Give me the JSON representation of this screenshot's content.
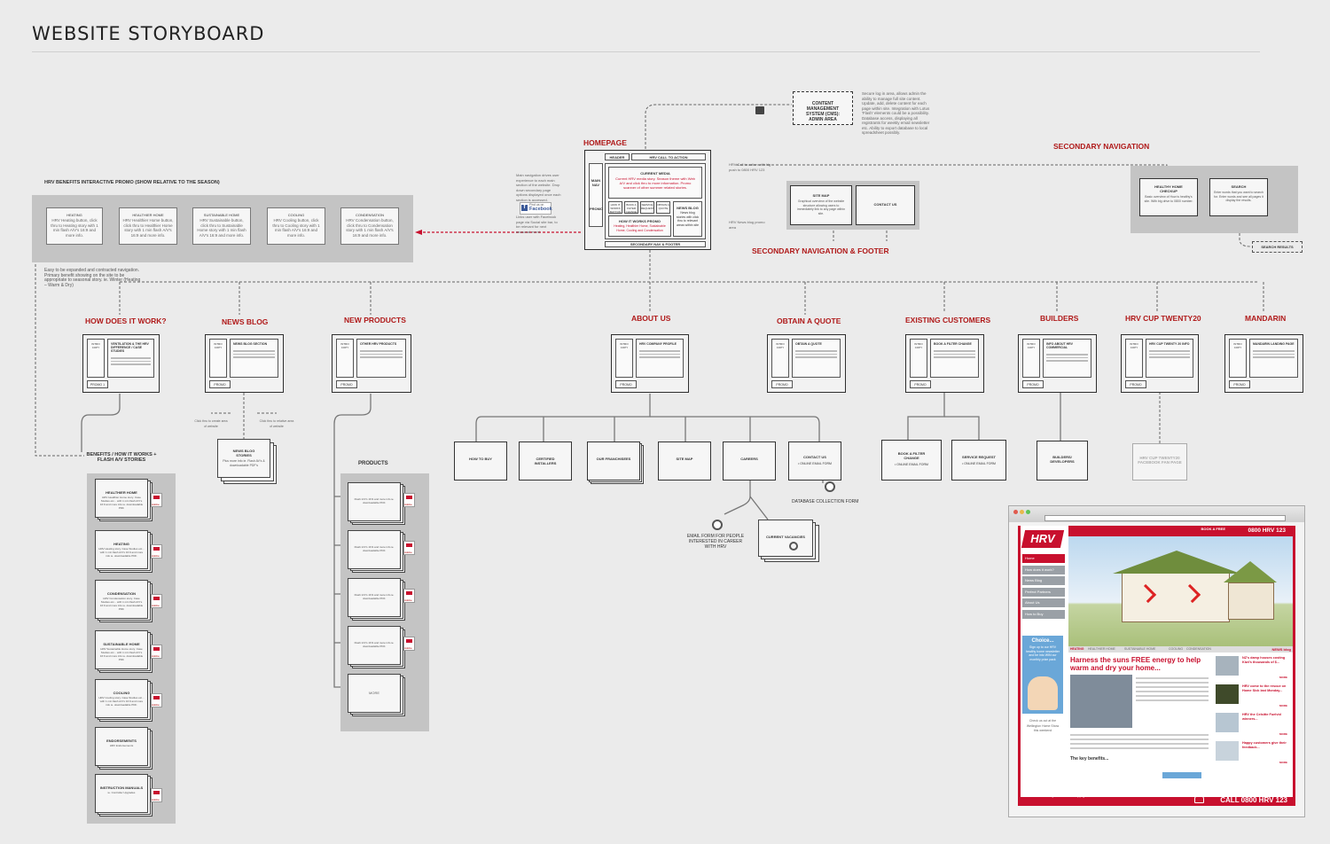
{
  "page": {
    "title": "WEBSITE STORYBOARD"
  },
  "cms": {
    "label": "CONTENT MANAGEMENT SYSTEM (CMS): ADMIN AREA",
    "note": "Secure log in area, allows admin the ability to manage full site content. Update, add, delete content for each page within site. Integration with Lotus 'Flash' elements could be a possibility. Database access, displaying all registrants for weekly email newsletter etc. Ability to export database to local spreadsheet possibly."
  },
  "homepage": {
    "heading": "HOMEPAGE",
    "header": "HEADER",
    "cta": "HRV CALL TO ACTION",
    "main_nav": "MAIN NAV",
    "promo": "PROMO",
    "current_media": "CURRENT MEDIA",
    "current_media_text": "Current HRV media story. Season theme with Web A/V and click thru to more information. Promo scanner of other summer related stories.",
    "how_it_works": "HOW IT WORKS BUTTON",
    "book_filter": "BOOK A FILTER CHANGE",
    "service_request": "SERVICE REQUEST",
    "obtain_quote": "OBTAIN A QUOTE",
    "news_blog": "NEWS BLOG",
    "news_blog_text": "News blog stories with click thru to relevant areas within site",
    "promo_box": "HOW IT WORKS PROMO",
    "promo_text": "Heating, Healthier Home, Sustainable Home, Cooling and Condensation",
    "footer": "SECONDARY NAV & FOOTER",
    "left_note": "Main navigation drives user experience to each main section of the website. Drop down secondary page options displayed once each section is accessed.",
    "facebook_note": "Links user with Facebook page via Social site bar, to be relevant for next seasonal event",
    "right_note_1": "HRV Call to action with big push to 0800 HRV 123",
    "right_note_2": "HRV News blog promo area",
    "find_us": "Find us on",
    "facebook": "Facebook"
  },
  "hrv_benefits": {
    "heading": "HRV BENEFITS INTERACTIVE PROMO (SHOW RELATIVE TO THE SEASON)",
    "items": [
      {
        "title": "HEATING",
        "text": "HRV Heating button, click thru to Heating story with 1 min flash A/V's 16:9 and more info."
      },
      {
        "title": "HEALTHIER HOME",
        "text": "HRV Healthier Home button, click thru to Healthier Home story with 1 min flash A/V's 16:9 and more info."
      },
      {
        "title": "SUSTAINABLE HOME",
        "text": "HRV Sustainable button, click thru to Sustainable Home story with 1 min flash A/V's 16:9 and more info."
      },
      {
        "title": "COOLING",
        "text": "HRV Cooling button, click thru to Cooling story with 1 min flash A/V's 16:9 and more info."
      },
      {
        "title": "CONDENSATION",
        "text": "HRV Condensation button, click thru to Condensation story with 1 min flash A/V's 16:9 and more info."
      }
    ],
    "note": "Easy to be expanded and contracted navigation. Primary benefit showing on the site to be appropriate to seasonal story. ie. Winter (Heating – Warm & Dry)"
  },
  "sec_nav_footer": {
    "heading": "SECONDARY NAVIGATION & FOOTER",
    "site_map": "SITE MAP",
    "site_map_text": "Graphical overview of the website structure allowing users to immediately link to any page within site.",
    "contact": "CONTACT US"
  },
  "sec_nav": {
    "heading": "SECONDARY NAVIGATION",
    "checkup": "HEALTHY HOME CHECKUP",
    "checkup_text": "Basic overview of How is healthy's site. With big drive to 0800 number.",
    "search": "SEARCH",
    "search_text": "Enter words that you want to search for. Enter words and see all pages it display the results.",
    "results": "SEARCH RESULTS"
  },
  "sections": [
    {
      "title": "HOW DOES IT WORK?",
      "intro": "INTRO COPY",
      "sub": "VENTILATION & THE HRV DIFFERENCE / CASE STUDIES",
      "promo": "PROMO 1"
    },
    {
      "title": "NEWS BLOG",
      "intro": "INTRO COPY",
      "sub": "NEWS BLOG SECTION",
      "promo": "PROMO"
    },
    {
      "title": "NEW PRODUCTS",
      "intro": "INTRO COPY",
      "sub": "OTHER HRV PRODUCTS",
      "promo": "PROMO"
    },
    {
      "title": "ABOUT US",
      "intro": "INTRO COPY",
      "sub": "HRV COMPANY PROFILE",
      "promo": "PROMO"
    },
    {
      "title": "OBTAIN A QUOTE",
      "intro": "INTRO COPY",
      "sub": "OBTAIN A QUOTE",
      "promo": "PROMO"
    },
    {
      "title": "EXISTING CUSTOMERS",
      "intro": "INTRO COPY",
      "sub": "BOOK A FILTER CHANGE",
      "promo": "PROMO"
    },
    {
      "title": "BUILDERS",
      "intro": "INTRO COPY",
      "sub": "INFO ABOUT HRV COMMERCIAL",
      "promo": "PROMO"
    },
    {
      "title": "HRV CUP TWENTY20",
      "intro": "INTRO COPY",
      "sub": "HRV CUP TWENTY 20 INFO",
      "promo": "PROMO"
    },
    {
      "title": "MANDARIN",
      "intro": "INTRO COPY",
      "sub": "MANDARIN LANDING PAGE",
      "promo": "PROMO"
    }
  ],
  "news_blog_sub": {
    "stories": "NEWS BLOG STORIES",
    "stories_text": "Plus more info ie. Flash AV's & downloadable PDF's",
    "left_note": "Click thru to create area of website",
    "right_note": "Click thru to relative area of website"
  },
  "benefits_stack": {
    "heading": "BENEFITS / HOW IT WORKS + FLASH A/V STORIES",
    "items": [
      {
        "title": "HEALTHIER HOME",
        "text": "HRV Healthier Home story. Case Studies etc... with 1 min flash A/V's 16:9 and more info ie. downloadable PDF."
      },
      {
        "title": "HEATING",
        "text": "HRV Heating story. Case Studies etc... with 1 min flash A/V's 16:9 and more info ie. downloadable PDF."
      },
      {
        "title": "CONDENSATION",
        "text": "HRV Condensation story. Case Studies etc... with 1 min flash A/V's 16:9 and more info ie. downloadable PDF."
      },
      {
        "title": "SUSTAINABLE HOME",
        "text": "HRV Sustainable Home story. Case Studies etc... with 1 min flash A/V's 16:9 and more info ie. downloadable PDF."
      },
      {
        "title": "COOLING",
        "text": "HRV Cooling story. Case Studies etc... with 1 min flash A/V's 16:9 and more info ie. downloadable PDF."
      },
      {
        "title": "ENDORSEMENTS",
        "text": "HRV Endorsements"
      },
      {
        "title": "INSTRUCTION MANUALS",
        "text": "ie. Controller Upgrades"
      }
    ]
  },
  "products_stack": {
    "heading": "PRODUCTS",
    "item_text": "Flash A/V's 16:9 and more info ie. downloadable PDF.",
    "more": "MORE"
  },
  "about_children": [
    "HOW TO BUY",
    "CERTIFIED INSTALLERS",
    "OUR FRANCHISEES",
    "SITE MAP",
    "CAREERS",
    "CONTACT US"
  ],
  "about_extra": {
    "online_form": "• ONLINE EMAIL FORM",
    "email_form": "EMAIL FORM FOR PEOPLE INTERESTED IN CAREER WITH HRV",
    "vacancies": "CURRENT VACANCIES",
    "database": "DATABASE COLLECTION FORM"
  },
  "customer_children": [
    {
      "title": "BOOK A FILTER CHANGE",
      "sub": "• ONLINE EMAIL FORM"
    },
    {
      "title": "SERVICE REQUEST",
      "sub": "• ONLINE EMAIL FORM"
    }
  ],
  "builders_child": "BUILDERS/ DEVELOPERS",
  "twenty20_child": "HRV CUP TWENTY20 FACEBOOK FAN PAGE",
  "site": {
    "logo": "HRV",
    "book_free": "BOOK A FREE",
    "phone_top": "0800 HRV 123",
    "nav": [
      "Home",
      "How does it work?",
      "News Blog",
      "Perfect Partners",
      "About Us",
      "How to Buy"
    ],
    "tabs": [
      "HEATING",
      "HEALTHIER HOME",
      "SUSTAINABLE HOME",
      "COOLING",
      "CONDENSATION"
    ],
    "news_blog": "NEWS blog",
    "headline": "Harness the suns FREE energy to help warm and dry your home...",
    "key_benefits": "The key benefits...",
    "choice": "Choice...",
    "choice_text": "Sign up to our HRV healthy home newsletter and be into WIN our monthly prize pack",
    "check_out": "Check us out at the Wellington Home Show this weekend",
    "news": [
      "NZ's damp houses costing Kiwi's thousands of $...",
      "HRV come to the rescue on Home Sick last Monday...",
      "HRV the Celsitte Fuelvid winners...",
      "Happy customers give their feedback..."
    ],
    "more": "MORE",
    "footer_links": "CONTACT US | SITEMAP",
    "copyright": "Copyright Grinek for International Ltd. © 2008",
    "call": "CALL 0800 HRV 123",
    "footer_promo": "Find out a FREE in home ventilation assessment"
  }
}
